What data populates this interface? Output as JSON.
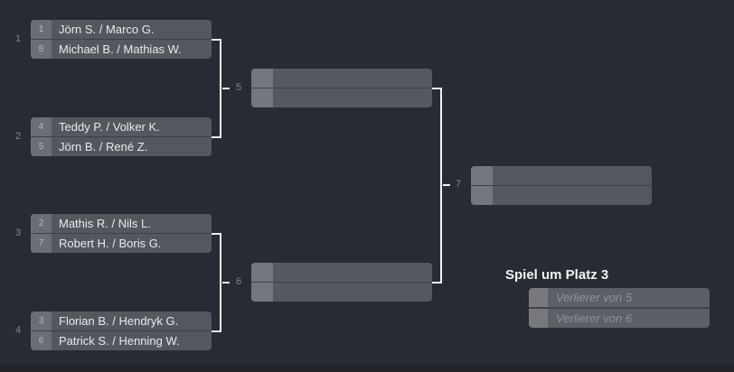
{
  "colors": {
    "background": "#282b33",
    "row_fill": "#55575e",
    "seed_cell": "#6b6e75",
    "empty_row_fill": "#56585f",
    "empty_seed_cell": "#75777e",
    "connector_line": "#eef0f2",
    "name_text": "#e8eaed",
    "seed_text": "#b7bac0",
    "match_number_text": "#84878e",
    "title_text": "#f1f2f4",
    "placeholder_text": "#8f929a"
  },
  "bracket": {
    "round1": [
      {
        "match_no": "1",
        "top": {
          "seed": "1",
          "name": "Jörn S. / Marco G."
        },
        "bottom": {
          "seed": "8",
          "name": "Michael B. / Mathias W."
        }
      },
      {
        "match_no": "2",
        "top": {
          "seed": "4",
          "name": "Teddy P. / Volker K."
        },
        "bottom": {
          "seed": "5",
          "name": "Jörn B. / René Z."
        }
      },
      {
        "match_no": "3",
        "top": {
          "seed": "2",
          "name": "Mathis R. / Nils L."
        },
        "bottom": {
          "seed": "7",
          "name": "Robert H. / Boris G."
        }
      },
      {
        "match_no": "4",
        "top": {
          "seed": "3",
          "name": "Florian B. / Hendryk G."
        },
        "bottom": {
          "seed": "6",
          "name": "Patrick S. / Henning W."
        }
      }
    ],
    "semifinals": [
      {
        "match_no": "5"
      },
      {
        "match_no": "6"
      }
    ],
    "final": {
      "match_no": "7"
    },
    "third_place": {
      "title": "Spiel um Platz 3",
      "rows": [
        "Verlierer von 5",
        "Verlierer von 6"
      ]
    }
  }
}
